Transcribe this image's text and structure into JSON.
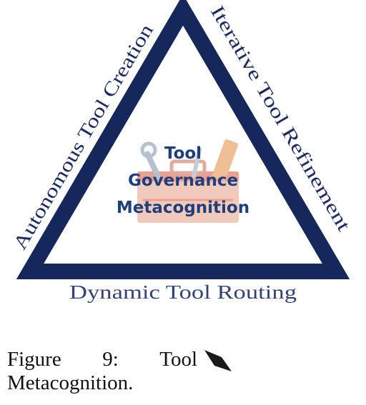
{
  "diagram": {
    "edges": {
      "left": "Autonomous Tool Creation",
      "right": "Iterative Tool Refinement",
      "bottom": "Dynamic Tool Routing"
    },
    "center": {
      "lines": [
        "Tool",
        "Governance",
        "Metacognition"
      ]
    },
    "colors": {
      "triangle": "#16275c",
      "center_text": "#1f3f7c",
      "toolbox": "#d9533a"
    },
    "icon": "toolbox-icon"
  },
  "caption": {
    "label": "Figure",
    "number": "9:",
    "title_start": "Tool",
    "title_end": "Metacognition."
  }
}
